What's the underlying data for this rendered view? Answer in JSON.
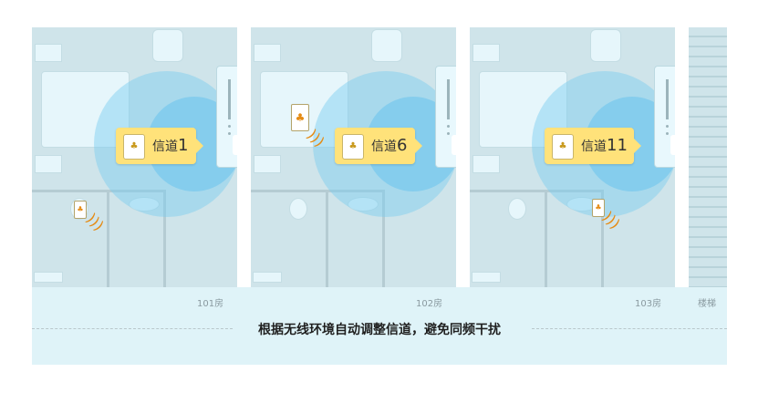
{
  "rooms": [
    {
      "label": "101房",
      "channel_prefix": "信道",
      "channel": "1"
    },
    {
      "label": "102房",
      "channel_prefix": "信道",
      "channel": "6"
    },
    {
      "label": "103房",
      "channel_prefix": "信道",
      "channel": "11"
    }
  ],
  "stairs_label": "楼梯",
  "caption": "根据无线环境自动调整信道，避免同频干扰",
  "icons": {
    "router": "router-icon",
    "phone": "phone-icon",
    "signal": "wifi-signal-icon"
  },
  "colors": {
    "badge": "#ffe27a",
    "signal": "#e58b14",
    "floor": "#cfe4ea",
    "coverage": "#5bbff0"
  }
}
